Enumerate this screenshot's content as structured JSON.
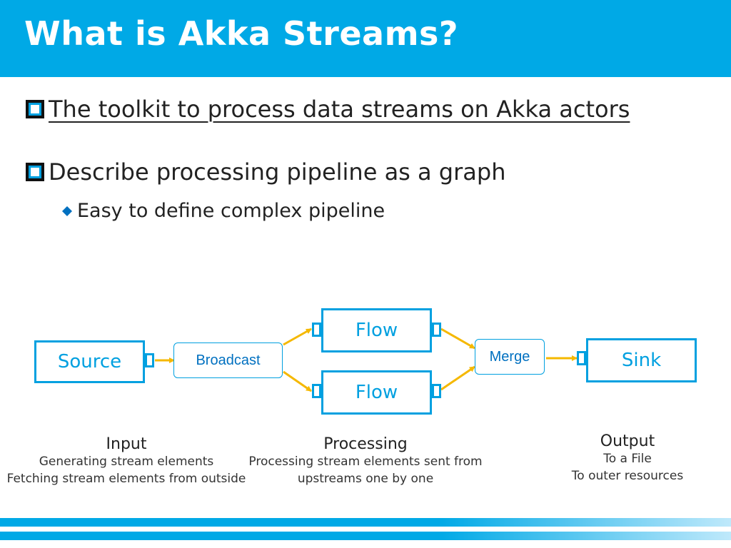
{
  "slide": {
    "title": "What is Akka Streams?",
    "bullets": [
      {
        "text": "The toolkit to process data streams on Akka actors"
      },
      {
        "text": "Describe processing pipeline as a graph",
        "sub": "Easy to define complex pipeline"
      }
    ]
  },
  "diagram": {
    "source": "Source",
    "broadcast": "Broadcast",
    "flow_top": "Flow",
    "flow_bottom": "Flow",
    "merge": "Merge",
    "sink": "Sink",
    "captions": {
      "input": {
        "heading": "Input",
        "line1": "Generating stream elements",
        "line2": "Fetching stream elements from outside"
      },
      "processing": {
        "heading": "Processing",
        "line1": "Processing stream elements sent from",
        "line2": "upstreams one by one"
      },
      "output": {
        "heading": "Output",
        "line1": "To a File",
        "line2": "To outer resources"
      }
    },
    "colors": {
      "box": "#00a0e0",
      "arrow": "#f5b800",
      "label_dark": "#0070c0"
    }
  },
  "theme": {
    "header": "#00a9e6"
  }
}
